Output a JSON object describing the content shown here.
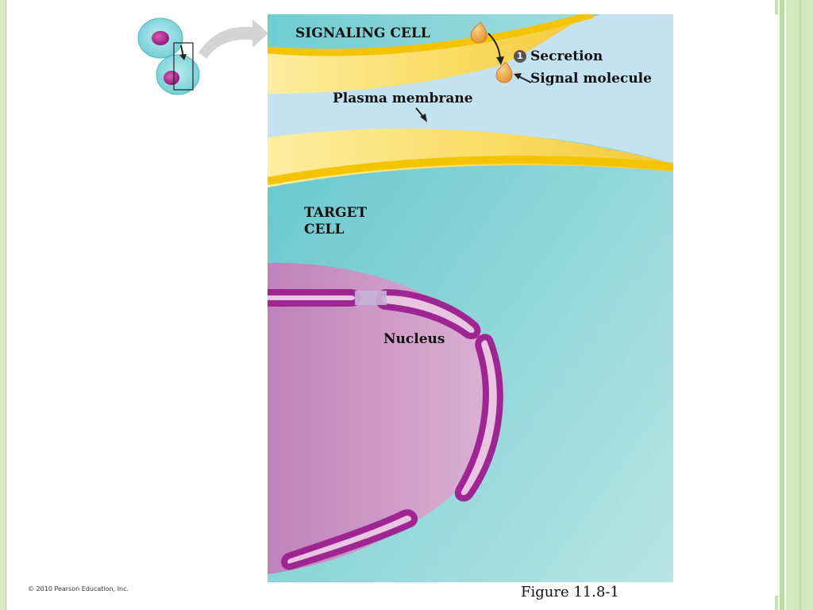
{
  "labels": {
    "signaling_cell": "SIGNALING CELL",
    "secretion": "Secretion",
    "step_number": "1",
    "signal_molecule": "Signal molecule",
    "plasma_membrane": "Plasma membrane",
    "target_cell": "TARGET\nCELL",
    "nucleus": "Nucleus"
  },
  "footer": {
    "copyright": "© 2010 Pearson Education, Inc.",
    "caption": "Figure 11.8-1"
  },
  "colors": {
    "signaling_space": "#c5e2f1",
    "target_cytoplasm": "#7fd0d4",
    "membrane_yellow": "#f8d01c",
    "nucleus_fill": "#c98fc1",
    "nuclear_envelope": "#9e2592",
    "signal_molecule": "#f0a63c",
    "slide_border_green": "#b9dca0"
  },
  "icons": {
    "signal_molecule": "teardrop-molecule-icon",
    "step_marker": "numbered-circle-icon"
  }
}
